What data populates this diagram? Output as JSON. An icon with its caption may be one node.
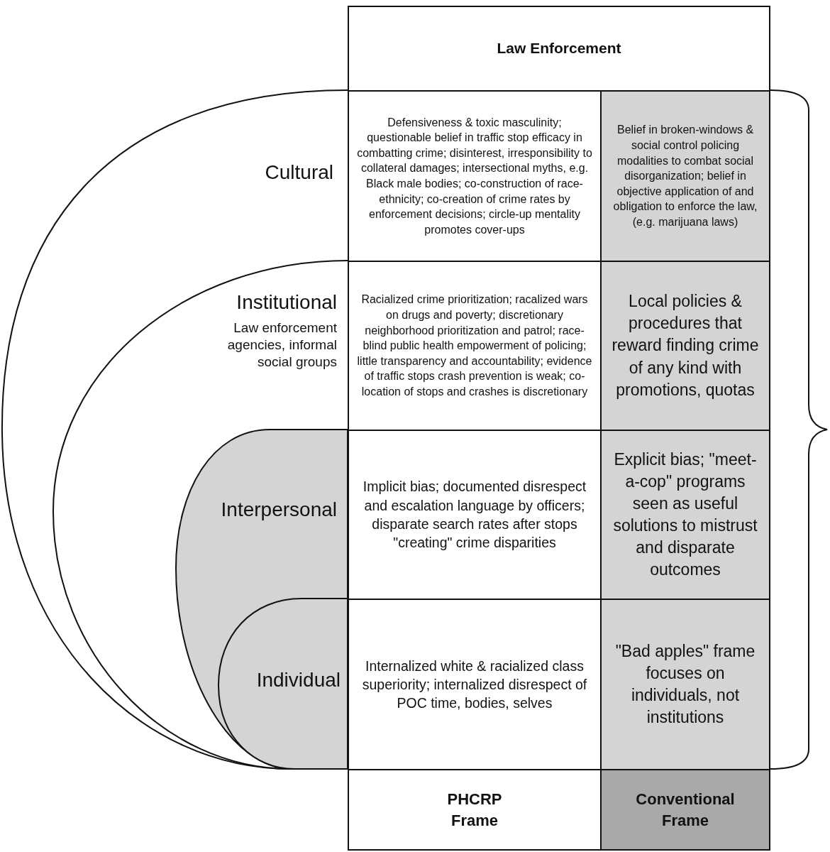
{
  "diagram": {
    "nodes": [
      {
        "text": [
          "Cultural"
        ]
      },
      {
        "text": [
          "Institutional",
          "Law enforcement agencies, informal social groups"
        ],
        "in": 0
      },
      {
        "text": [
          "Interpersonal"
        ],
        "in": 1
      },
      {
        "text": [
          "Individual"
        ],
        "in": 2
      }
    ],
    "labels": [
      "Law Enforcement",
      "Defensiveness & toxic masculinity; questionable belief in traffic stop efficacy in combatting crime; disinterest, irresponsibility to collateral damages; intersectional myths, e.g. Black male bodies; co-construction of race-ethnicity; co-creation of crime rates by enforcement decisions; circle-up mentality promotes cover-ups",
      "Belief in broken-windows & social control policing modalities to combat social disorganization; belief in objective application of and obligation to enforce the law, (e.g. marijuana laws)",
      "Racialized crime prioritization; racalized wars on drugs and poverty; discretionary neighborhood prioritization and patrol; race-blind public health empowerment of policing; little transparency and accountability; evidence of traffic stops crash prevention is weak; co-location of stops and crashes is discretionary",
      "Local policies & procedures that reward finding crime of any kind with promotions, quotas",
      "Implicit bias; documented disrespect and escalation language by officers; disparate search rates after stops \"creating\" crime disparities",
      "Explicit bias; \"meet-a-cop\" programs seen as useful solutions to mistrust and disparate outcomes",
      "Internalized white & racialized class superiority; internalized disrespect of POC time, bodies, selves",
      "\"Bad apples\" frame focuses on individuals, not institutions",
      "PHCRP Frame",
      "Conventional Frame"
    ]
  }
}
